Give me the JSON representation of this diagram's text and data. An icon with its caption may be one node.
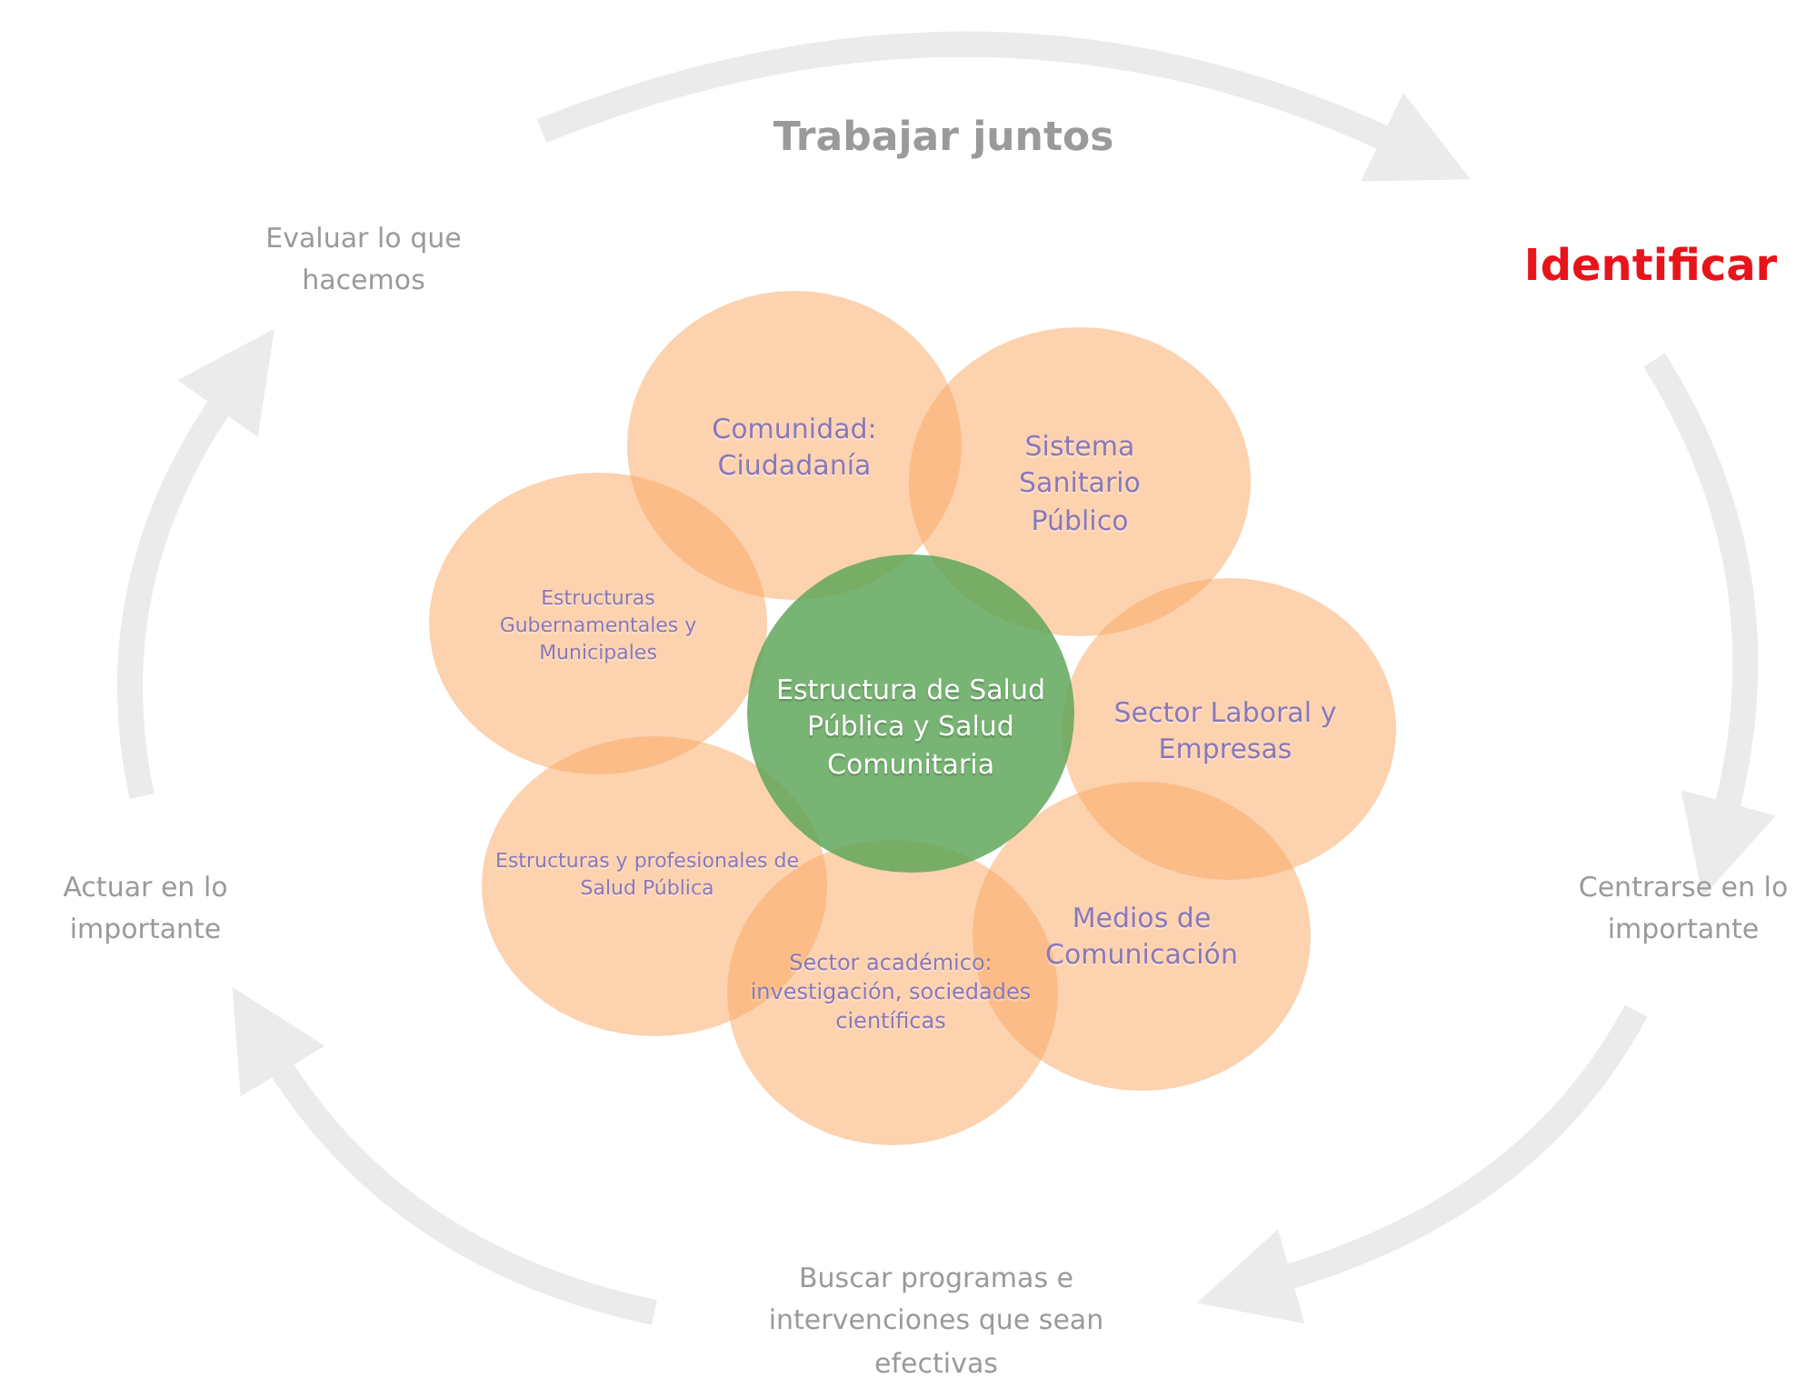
{
  "diagram": {
    "nodes": [
      {
        "text": [
          "Evaluar lo que hacemos"
        ]
      },
      {
        "text": [
          "Identificar"
        ]
      },
      {
        "text": [
          "Centrarse en lo importante"
        ]
      },
      {
        "text": [
          "Buscar programas e intervenciones que sean efectivas"
        ]
      },
      {
        "text": [
          "Actuar en lo importante"
        ]
      },
      {
        "text": [
          "Comunidad: Ciudadanía"
        ]
      },
      {
        "text": [
          "Sistema Sanitario Público"
        ]
      },
      {
        "text": [
          "Estructuras Gubernamentales y Municipales"
        ]
      },
      {
        "text": [
          "Sector Laboral y Empresas"
        ]
      },
      {
        "text": [
          "Estructuras y profesionales de Salud Pública"
        ]
      },
      {
        "text": [
          "Medios de Comunicación"
        ]
      },
      {
        "text": [
          "Sector académico: investigación, sociedades científicas"
        ]
      },
      {
        "text": [
          "Estructura de Salud Pública y Salud Comunitaria"
        ]
      }
    ],
    "edges": [
      {
        "from": 0,
        "to": 1,
        "arrow": "to",
        "label": "Trabajar juntos"
      },
      {
        "from": 1,
        "to": 2,
        "arrow": "to"
      },
      {
        "from": 2,
        "to": 3,
        "arrow": "to"
      },
      {
        "from": 3,
        "to": 4,
        "arrow": "to"
      },
      {
        "from": 4,
        "to": 0,
        "arrow": "to"
      }
    ]
  }
}
